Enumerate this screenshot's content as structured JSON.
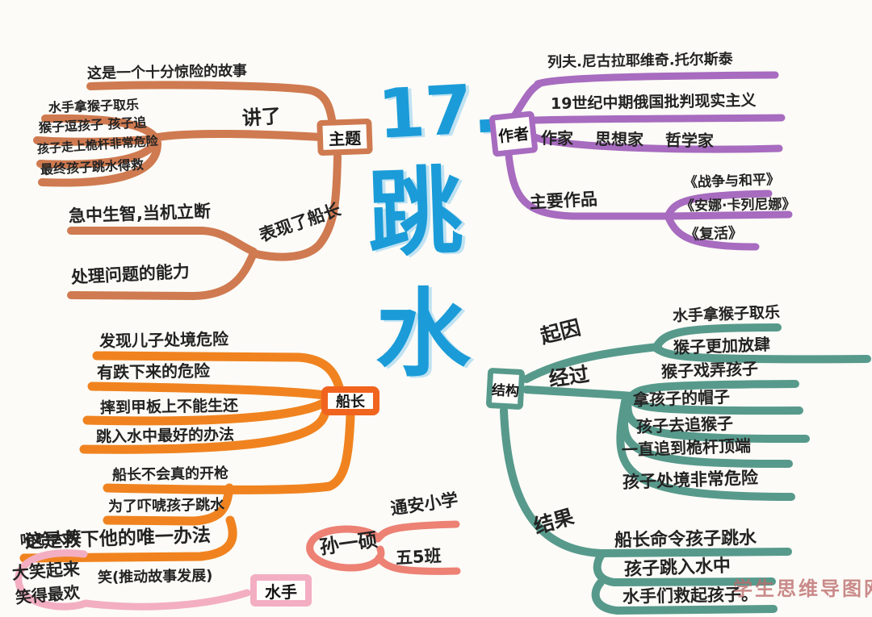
{
  "title": {
    "lesson_number": "17.",
    "char_top": "跳",
    "char_bottom": "水"
  },
  "watermark": "学生思维导图网",
  "theme": {
    "node_label": "主题",
    "verb_label": "讲了",
    "headline": "这是一个十分惊险的故事",
    "story_points": [
      "水手拿猴子取乐",
      "猴子逗孩子 孩子追",
      "孩子走上桅杆非常危险",
      "最终孩子跳水得救"
    ],
    "captain_label": "表现了船长",
    "captain_points": [
      "急中生智,当机立断",
      "处理问题的能力"
    ]
  },
  "author": {
    "node_label": "作者",
    "name": "列夫.尼古拉耶维奇.托尔斯泰",
    "era": "19世纪中期俄国批判现实主义",
    "identities": "作家　 思想家　 哲学家",
    "works_label": "主要作品",
    "works": [
      "《战争与和平》",
      "《安娜·卡列尼娜》",
      "《复活》"
    ]
  },
  "captain": {
    "node_label": "船长",
    "upper_points": [
      "发现儿子处境危险",
      "有跌下来的危险",
      "摔到甲板上不能生还",
      "跳入水中最好的办法"
    ],
    "lower_points": [
      "船长不会真的开枪",
      "为了吓唬孩子跳水",
      "这是救下他的唯一办法",
      "笑(推动故事发展)"
    ],
    "sailor_node_label": "水手",
    "sailor_points": [
      "哈哈大笑",
      "大笑起来",
      "笑得最欢"
    ]
  },
  "structure": {
    "node_label": "结构",
    "cause_label": "起因",
    "cause_points": [
      "水手拿猴子取乐",
      "猴子更加放肆"
    ],
    "process_label": "经过",
    "process_points": [
      "猴子戏弄孩子",
      "拿孩子的帽子",
      "孩子去追猴子",
      "一直追到桅杆顶端",
      "孩子处境非常危险"
    ],
    "result_label": "结果",
    "result_points": [
      "船长命令孩子跳水",
      "孩子跳入水中",
      "水手们救起孩子。"
    ]
  },
  "signature": {
    "name": "孙一硕",
    "school": "通安小学",
    "class_name": "五5班"
  },
  "colors": {
    "theme_branch": "#cf7a50",
    "captain_branch": "#f0831f",
    "author_branch": "#a76bbf",
    "structure_branch": "#579a8c",
    "sailor_branch": "#f3aec2",
    "signature": "#ec8174",
    "title_blue": "#1b9cd8",
    "ink": "#232323",
    "watermark": "#ba6a6a"
  }
}
